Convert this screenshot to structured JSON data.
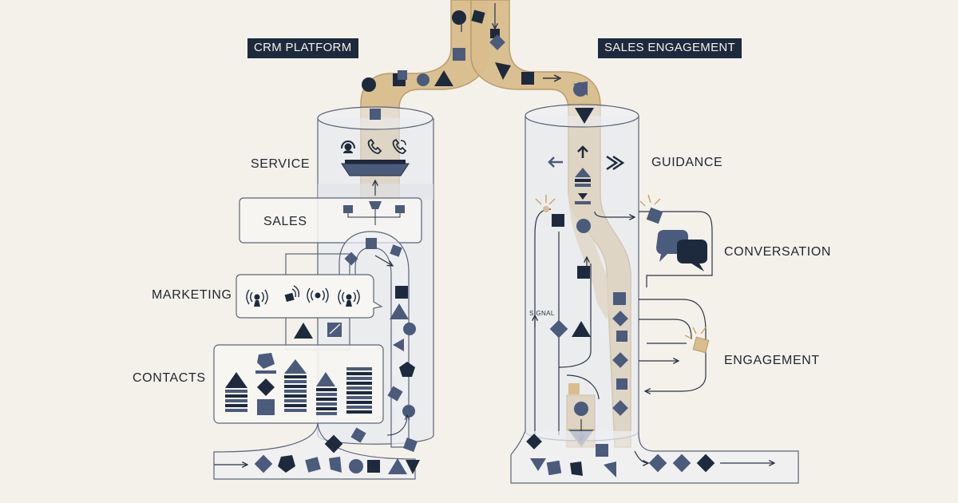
{
  "titles": {
    "crm": "CRM PLATFORM",
    "sales_engagement": "SALES ENGAGEMENT"
  },
  "crm_layers": {
    "service": "SERVICE",
    "sales": "SALES",
    "marketing": "MARKETING",
    "contacts": "CONTACTS"
  },
  "engagement_layers": {
    "guidance": "GUIDANCE",
    "conversation": "CONVERSATION",
    "engagement": "ENGAGEMENT"
  },
  "annotations": {
    "signal": "SIGNAL"
  },
  "colors": {
    "background": "#f4f1ea",
    "navy": "#1d2a3e",
    "slate": "#4a5b7c",
    "gold": "#d9bd8c",
    "gold_edge": "#b79a66",
    "glass": "#e4e7ee",
    "line": "#5b6578"
  },
  "icons": [
    "headset-icon",
    "phone-icon",
    "phone-ring-icon",
    "broadcast-icon",
    "chat-bubbles-icon",
    "arrow-icon"
  ]
}
